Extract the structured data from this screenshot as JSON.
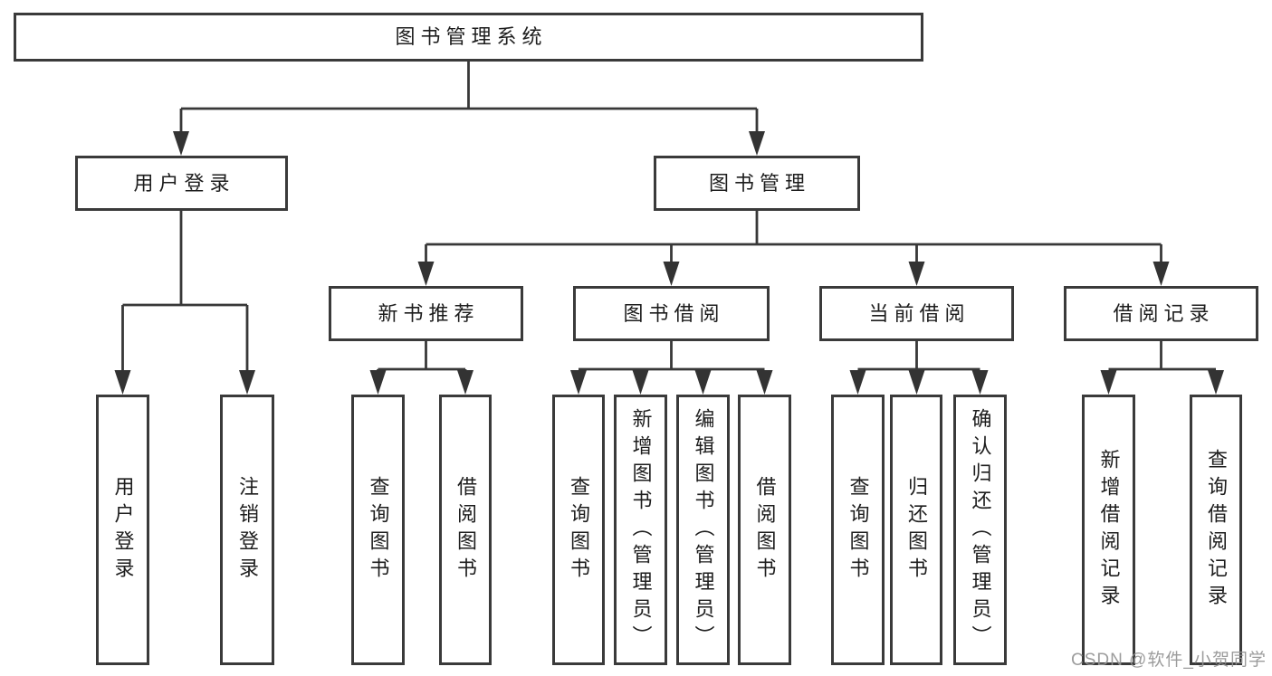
{
  "page": {
    "background": "#ffffff"
  },
  "colors": {
    "line": "#383838",
    "box_border": "#3a3a3a",
    "text": "#1d1d1d",
    "watermark": "#949494"
  },
  "nodes": {
    "root": {
      "label": "图书管理系统"
    },
    "userLogin": {
      "label": "用户登录"
    },
    "bookMgmt": {
      "label": "图书管理"
    },
    "newBookRec": {
      "label": "新书推荐"
    },
    "bookBorrow": {
      "label": "图书借阅"
    },
    "currentBorrow": {
      "label": "当前借阅"
    },
    "borrowRecords": {
      "label": "借阅记录"
    },
    "leafUserLogin": {
      "label": "用户登录"
    },
    "leafLogout": {
      "label": "注销登录"
    },
    "leafQueryBookA": {
      "label": "查询图书"
    },
    "leafBorrowBookA": {
      "label": "借阅图书"
    },
    "leafQueryBookB": {
      "label": "查询图书"
    },
    "leafAddBook": {
      "label": "新增图书（管理员）"
    },
    "leafEditBook": {
      "label": "编辑图书（管理员）"
    },
    "leafBorrowBookB": {
      "label": "借阅图书"
    },
    "leafQueryBookC": {
      "label": "查询图书"
    },
    "leafReturnBook": {
      "label": "归还图书"
    },
    "leafConfirmReturn": {
      "label": "确认归还（管理员）"
    },
    "leafAddRecord": {
      "label": "新增借阅记录"
    },
    "leafQueryRecord": {
      "label": "查询借阅记录"
    }
  },
  "watermark": {
    "text": "CSDN @软件_小贺同学"
  }
}
